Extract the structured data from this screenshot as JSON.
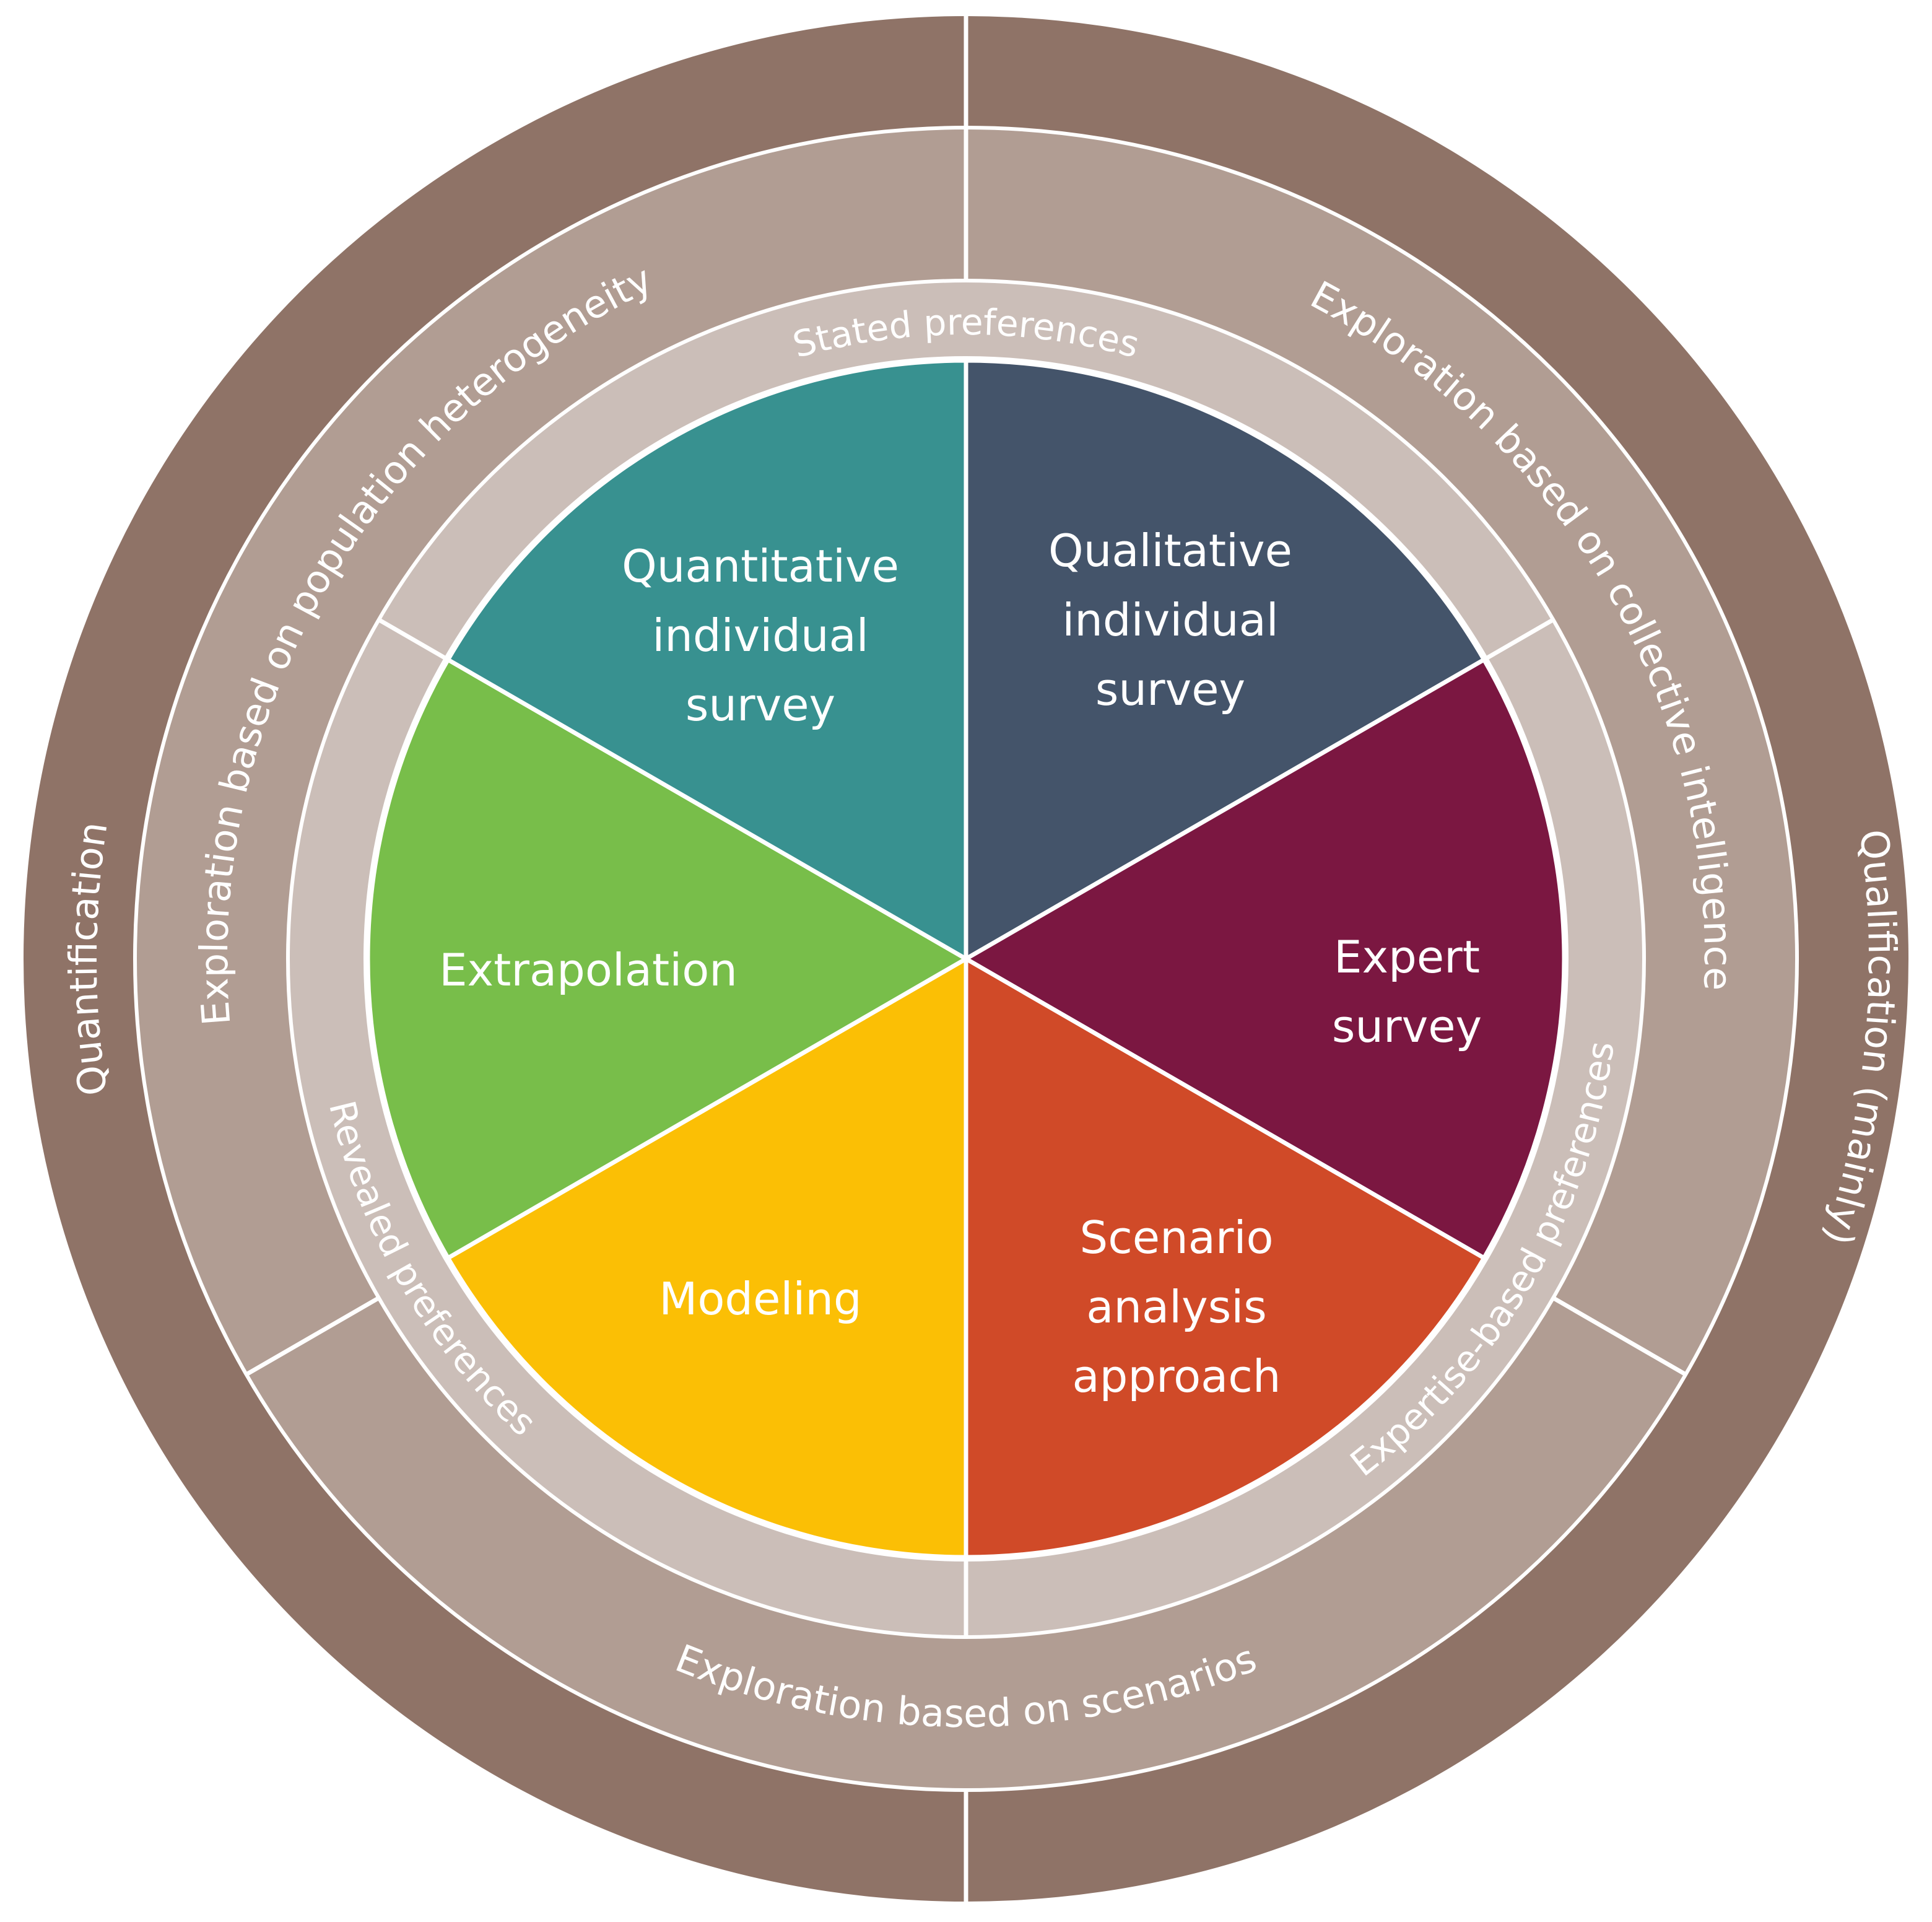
{
  "colors": {
    "outer_ring": "#8F7367",
    "middle_ring": "#B19D93",
    "inner_ring": "#CBBEB8",
    "divider": "#FFFFFF",
    "segment_text": "#FFFFFF"
  },
  "outer_ring": [
    {
      "label": "Quantification"
    },
    {
      "label": "Qualification (mainly)"
    }
  ],
  "middle_ring": [
    {
      "label": "Exploration based on population heterogeneity"
    },
    {
      "label": "Exploration based on collective intelligence"
    },
    {
      "label": "Exploration based on scenarios"
    }
  ],
  "inner_ring": [
    {
      "label": "Stated preferences"
    },
    {
      "label": "Expertise-based preferences"
    },
    {
      "label": "Revealed preferences"
    }
  ],
  "segments": [
    {
      "lines": [
        "Qualitative",
        "individual",
        "survey"
      ],
      "color": "#44546A"
    },
    {
      "lines": [
        "Expert",
        "survey"
      ],
      "color": "#7B1741"
    },
    {
      "lines": [
        "Scenario",
        "analysis",
        "approach"
      ],
      "color": "#D04A28"
    },
    {
      "lines": [
        "Modeling"
      ],
      "color": "#FBBF05"
    },
    {
      "lines": [
        "Extrapolation"
      ],
      "color": "#78BE4A"
    },
    {
      "lines": [
        "Quantitative",
        "individual",
        "survey"
      ],
      "color": "#389190"
    }
  ]
}
